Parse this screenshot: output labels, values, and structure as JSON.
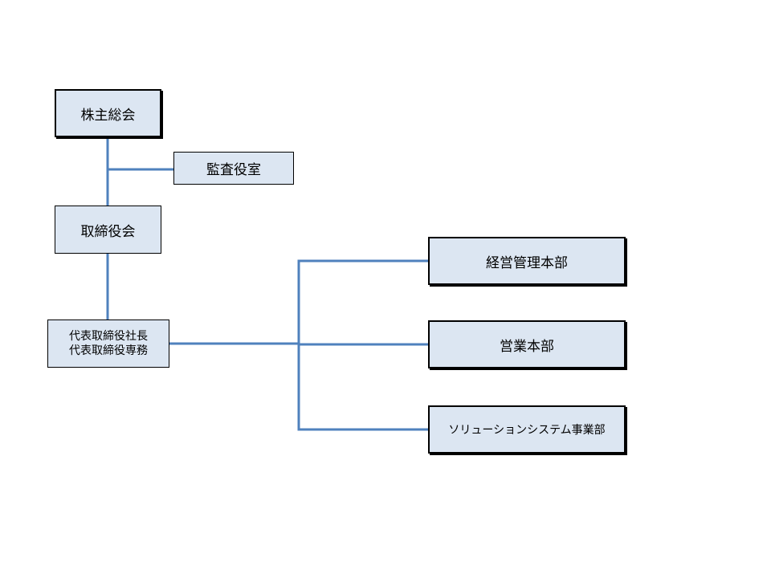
{
  "diagram": {
    "line_color": "#4f81bd",
    "box_fill": "#dce6f2",
    "box_border": "#000000",
    "nodes": {
      "shareholders": {
        "label": "株主総会"
      },
      "audit": {
        "label": "監査役室"
      },
      "board": {
        "label": "取締役会"
      },
      "president": {
        "line1": "代表取締役社長",
        "line2": "代表取締役専務"
      },
      "management": {
        "label": "経営管理本部"
      },
      "sales": {
        "label": "営業本部"
      },
      "solution": {
        "label": "ソリューションシステム事業部"
      }
    },
    "edges": [
      {
        "from": "shareholders",
        "to": "board"
      },
      {
        "from": "shareholders",
        "to": "audit"
      },
      {
        "from": "board",
        "to": "president"
      },
      {
        "from": "president",
        "to": "management"
      },
      {
        "from": "president",
        "to": "sales"
      },
      {
        "from": "president",
        "to": "solution"
      }
    ]
  }
}
